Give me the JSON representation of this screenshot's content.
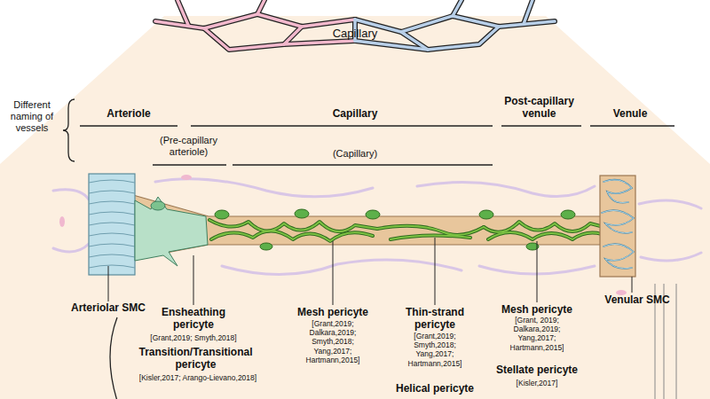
{
  "diagram": {
    "labels": [
      "Capillary",
      "Different naming of vessels",
      "Arteriole",
      "Capillary",
      "Post-capillary venule",
      "Venule",
      "(Pre-capillary arteriole)",
      "(Capillary)",
      "Arteriolar SMC",
      "Ensheathing pericyte",
      "[Grant,2019; Smyth,2018]",
      "Transition/Transitional pericyte",
      "[Kisler,2017; Arango-Lievano,2018]",
      "Mesh pericyte",
      "[Grant,2019; Dalkara,2019; Smyth,2018; Yang,2017; Hartmann,2015]",
      "Thin-strand pericyte",
      "[Grant,2019; Smyth,2018; Yang,2017; Hartmann,2015]",
      "Helical pericyte",
      "Mesh pericyte",
      "[Grant, 2019; Dalkara,2019; Yang,2017; Hartmann,2015]",
      "Stellate pericyte",
      "[Kisler,2017]",
      "Venular SMC"
    ]
  }
}
